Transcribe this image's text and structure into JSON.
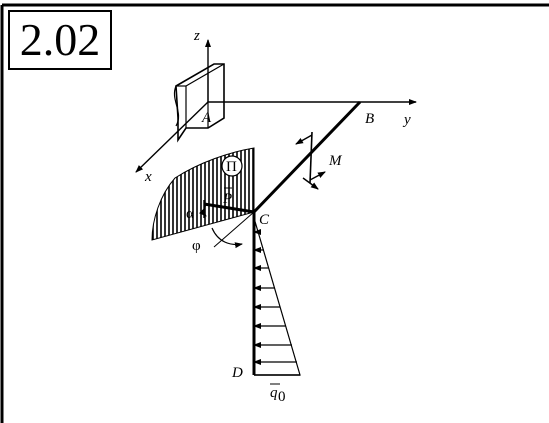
{
  "problem": {
    "number": "2.02"
  },
  "labels": {
    "axis_z": "z",
    "axis_y": "y",
    "axis_x": "x",
    "point_a": "A",
    "point_b": "B",
    "point_c": "C",
    "point_d": "D",
    "moment": "M",
    "force": "P",
    "plane": "Π",
    "angle_alpha": "α",
    "angle_phi": "φ",
    "load_q": "q",
    "load_q_subscript": "0"
  }
}
